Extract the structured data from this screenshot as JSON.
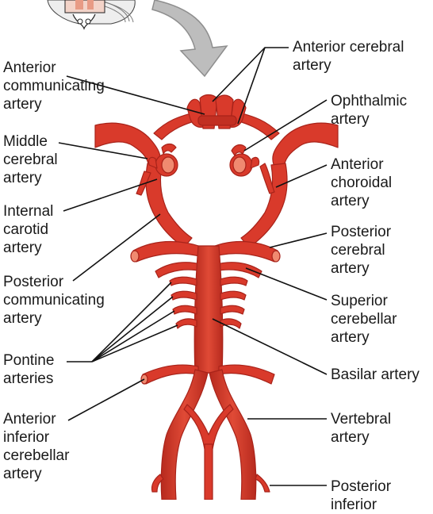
{
  "labels": {
    "anterior_cerebral": "Anterior cerebral\nartery",
    "anterior_communicating": "Anterior\ncommunicating\nartery",
    "ophthalmic": "Ophthalmic\nartery",
    "middle_cerebral": "Middle\ncerebral\nartery",
    "anterior_choroidal": "Anterior\nchoroidal\nartery",
    "internal_carotid": "Internal\ncarotid\nartery",
    "posterior_cerebral": "Posterior\ncerebral\nartery",
    "posterior_communicating": "Posterior\ncommunicating\nartery",
    "superior_cerebellar": "Superior\ncerebellar\nartery",
    "pontine": "Pontine\narteries",
    "basilar": "Basilar artery",
    "anterior_inferior_cerebellar": "Anterior\ninferior\ncerebellar\nartery",
    "vertebral": "Vertebral\nartery",
    "posterior_inferior": "Posterior\ninferior"
  },
  "colors": {
    "artery": "#d93a2b",
    "artery_dark": "#a8231a",
    "artery_light": "#f08a70",
    "arrow": "#b8b8b8",
    "leader": "#111111",
    "text": "#1a1a1a"
  }
}
